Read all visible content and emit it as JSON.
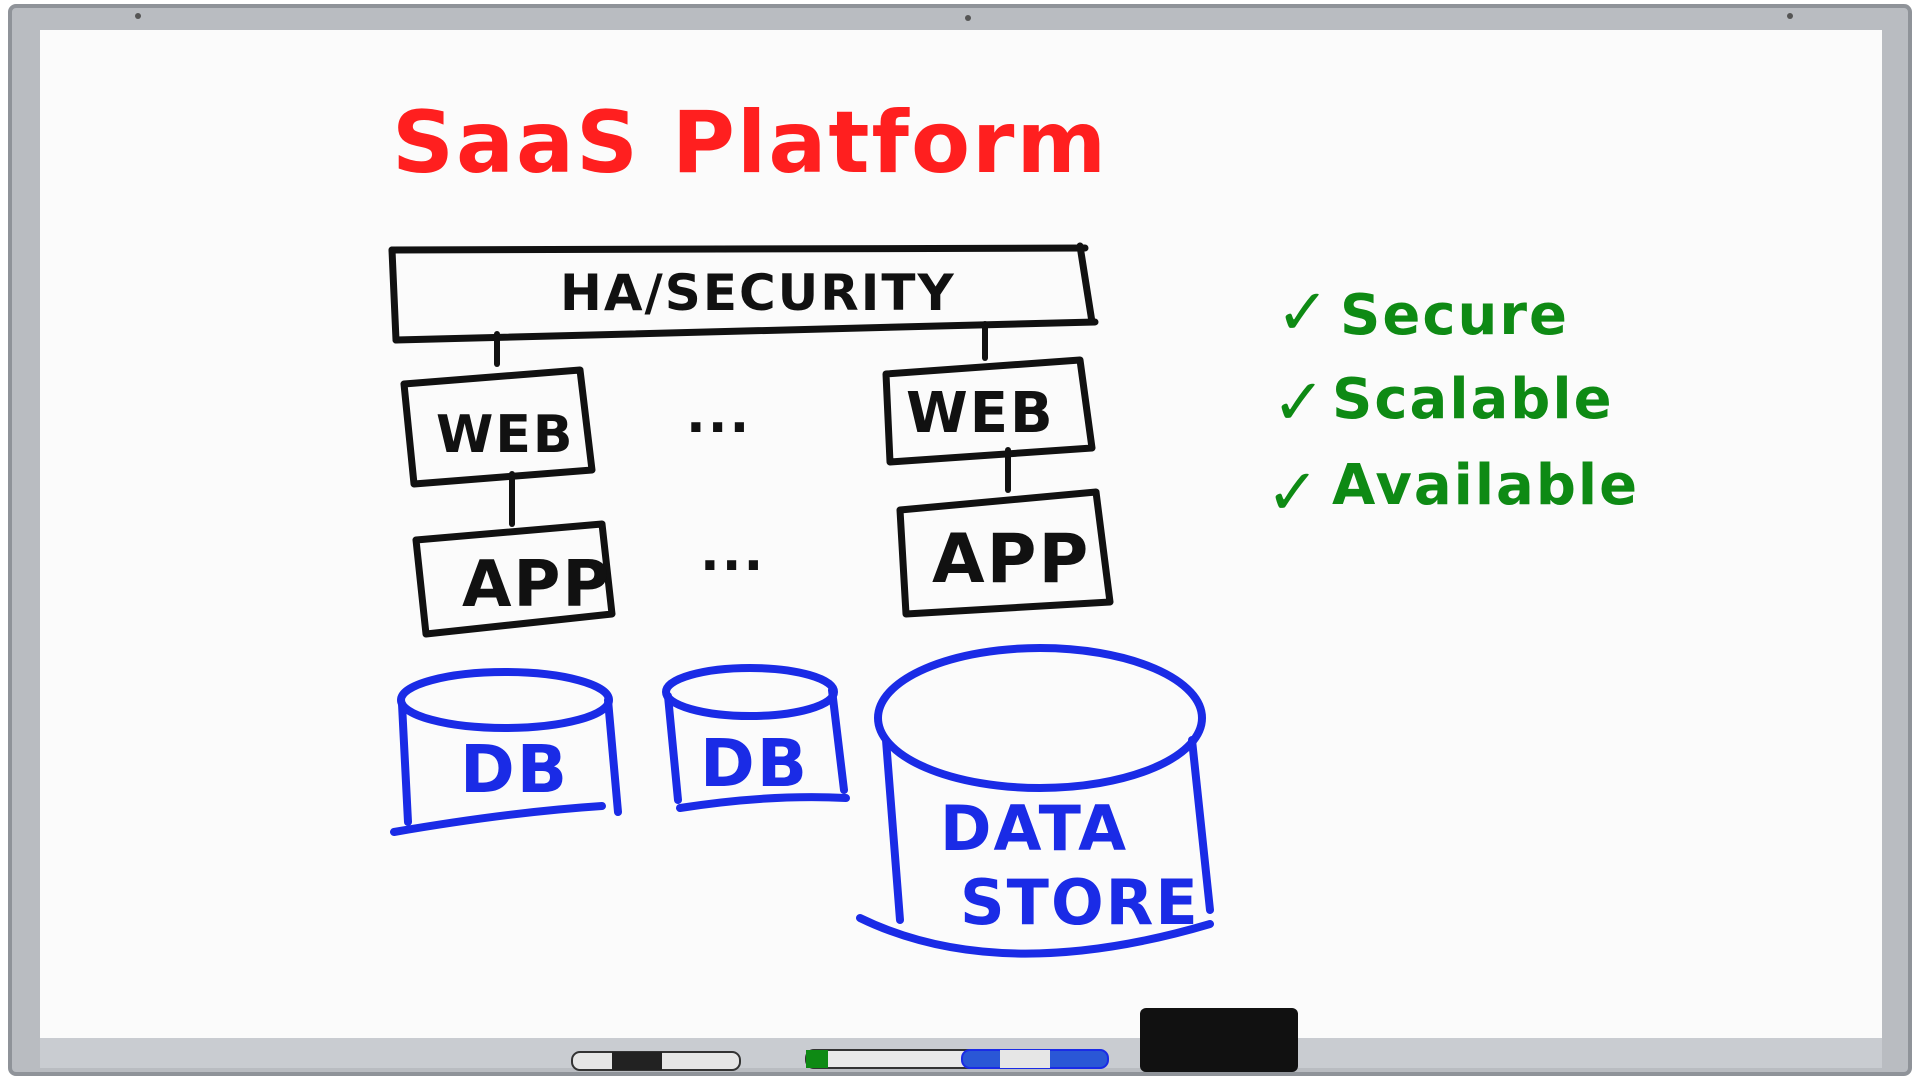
{
  "title": "SaaS Platform",
  "security_bar": {
    "label": "HA/SECURITY"
  },
  "ellipsis": "...",
  "web_tier": [
    "WEB",
    "WEB"
  ],
  "app_tier": [
    "APP",
    "APP"
  ],
  "databases": [
    "DB",
    "DB"
  ],
  "data_store": [
    "DATA",
    "STORE"
  ],
  "checklist": [
    "Secure",
    "Scalable",
    "Available"
  ],
  "check_mark": "✓",
  "colors": {
    "title": "#ff1f1f",
    "ink": "#111111",
    "data_layer": "#1a2be6",
    "checklist": "#0e8a14",
    "frame": "#a9adb3",
    "board": "#fbfbfb"
  }
}
